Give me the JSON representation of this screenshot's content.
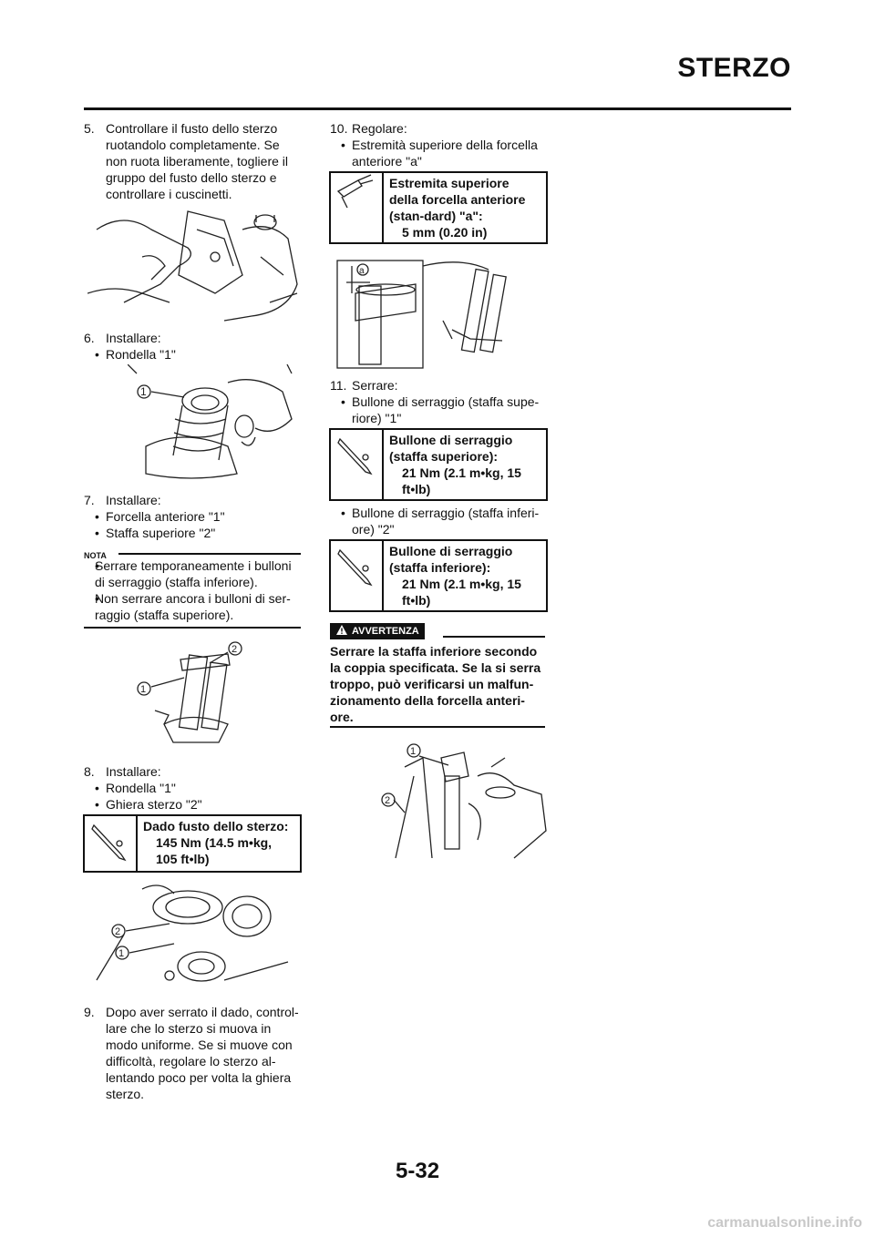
{
  "header": {
    "title": "STERZO"
  },
  "footer": {
    "page_number": "5-32"
  },
  "left": {
    "step5": {
      "num": "5.",
      "text": "Controllare il fusto dello sterzo ruotandolo completamente. Se non ruota liberamente, togliere il gruppo del fusto dello sterzo e controllare i cuscinetti."
    },
    "step6": {
      "num": "6.",
      "title": "Installare:",
      "bullets": [
        "Rondella \"1\""
      ]
    },
    "step7": {
      "num": "7.",
      "title": "Installare:",
      "bullets": [
        "Forcella anteriore \"1\"",
        "Staffa superiore \"2\""
      ]
    },
    "nota": {
      "label": "NOTA",
      "bullets": [
        "Serrare temporaneamente i bulloni di serraggio (staffa inferiore).",
        "Non serrare ancora i bulloni di ser-raggio (staffa superiore)."
      ]
    },
    "step8": {
      "num": "8.",
      "title": "Installare:",
      "bullets": [
        "Rondella \"1\"",
        "Ghiera sterzo \"2\""
      ]
    },
    "spec_nut": {
      "label": "Dado fusto dello sterzo:",
      "value": "145 Nm (14.5 m•kg, 105 ft•lb)",
      "icon": "torque-wrench-icon"
    },
    "step9": {
      "num": "9.",
      "text": "Dopo aver serrato il dado, control-lare che lo sterzo si muova in modo uniforme. Se si muove con difficoltà, regolare lo sterzo al-lentando poco per volta la ghiera sterzo."
    },
    "fig_labels": {
      "one": "1",
      "two": "2"
    }
  },
  "right": {
    "step10": {
      "num": "10.",
      "title": "Regolare:",
      "bullets": [
        "Estremità superiore della forcella anteriore \"a\""
      ]
    },
    "spec_fork": {
      "label": "Estremita superiore della forcella anteriore (stan-dard) \"a\":",
      "value": "5 mm (0.20 in)",
      "icon": "caliper-icon"
    },
    "fig_label_a": "a",
    "step11": {
      "num": "11.",
      "title": "Serrare:",
      "bullet1": "Bullone di serraggio (staffa supe-riore) \"1\"",
      "bullet2": "Bullone di serraggio (staffa inferi-ore) \"2\""
    },
    "spec_upper": {
      "label": "Bullone di serraggio (staffa superiore):",
      "value": "21 Nm (2.1 m•kg, 15 ft•lb)",
      "icon": "torque-wrench-icon"
    },
    "spec_lower": {
      "label": "Bullone di serraggio (staffa inferiore):",
      "value": "21 Nm (2.1 m•kg, 15 ft•lb)",
      "icon": "torque-wrench-icon"
    },
    "warning": {
      "label": "AVVERTENZA",
      "text": "Serrare la staffa inferiore secondo la coppia specificata. Se la si serra troppo, può verificarsi un malfun-zionamento della forcella anteri-ore."
    }
  },
  "watermark": "carmanualsonline.info"
}
